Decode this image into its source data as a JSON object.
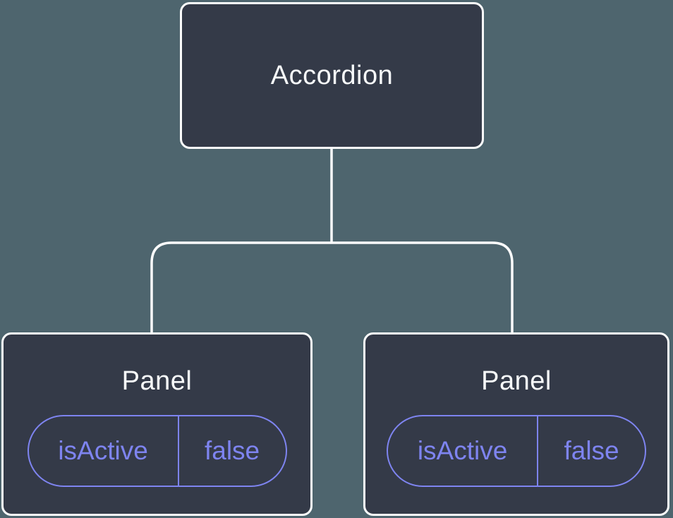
{
  "tree": {
    "root": {
      "label": "Accordion"
    },
    "children": [
      {
        "label": "Panel",
        "prop": {
          "name": "isActive",
          "value": "false"
        }
      },
      {
        "label": "Panel",
        "prop": {
          "name": "isActive",
          "value": "false"
        }
      }
    ]
  },
  "colors": {
    "canvas_background": "#4E656E",
    "node_fill": "#343A48",
    "node_border": "#FCFDFD",
    "node_text": "#F7F9FA",
    "state_pill_accent": "#7E84F0"
  }
}
